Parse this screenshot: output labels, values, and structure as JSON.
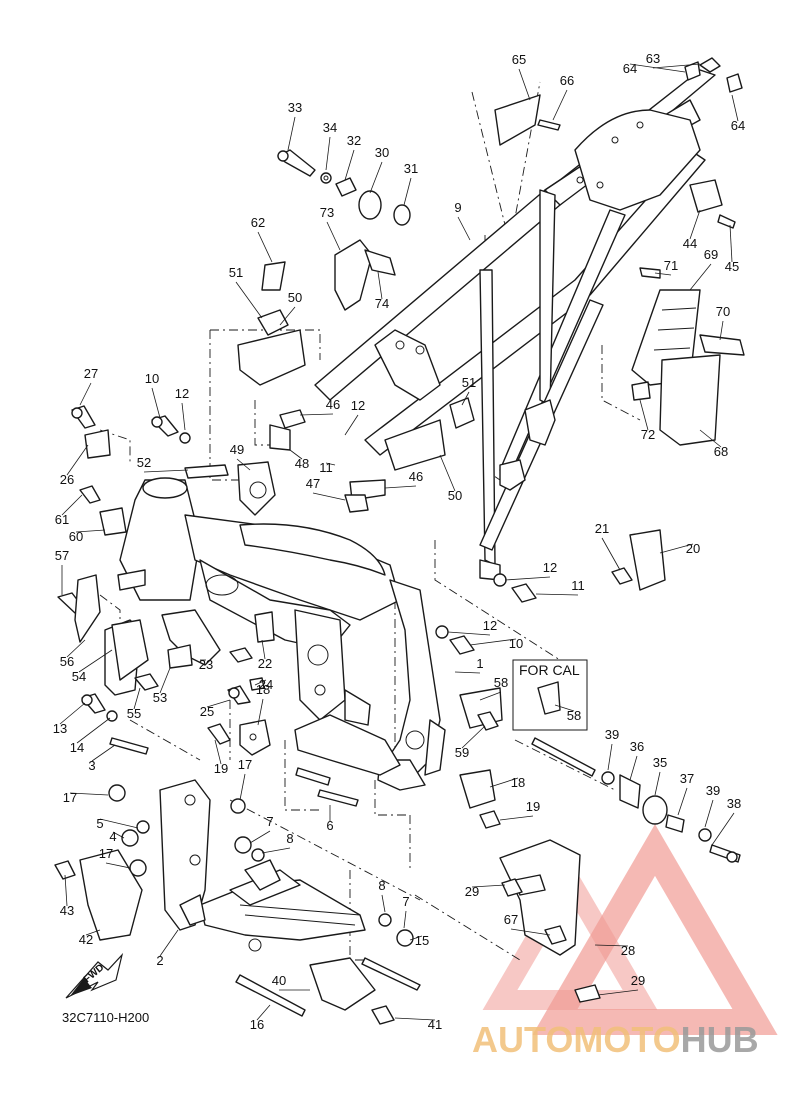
{
  "diagram_code": "32C7110-H200",
  "inset_label": "FOR CAL",
  "fwd_label": "FWD",
  "watermark": {
    "part1": "AUTOMOTO",
    "part2": "HUB",
    "color1": "#f2c07a",
    "color2": "#9a9a9a",
    "triangle_color": "#e85a4f"
  },
  "callouts": [
    "1",
    "2",
    "3",
    "4",
    "5",
    "6",
    "7",
    "7",
    "8",
    "8",
    "9",
    "10",
    "10",
    "11",
    "11",
    "12",
    "12",
    "12",
    "12",
    "13",
    "14",
    "15",
    "16",
    "17",
    "17",
    "17",
    "18",
    "18",
    "19",
    "19",
    "20",
    "21",
    "22",
    "23",
    "24",
    "25",
    "26",
    "27",
    "28",
    "29",
    "29",
    "30",
    "31",
    "32",
    "33",
    "34",
    "35",
    "36",
    "37",
    "38",
    "39",
    "39",
    "40",
    "41",
    "42",
    "43",
    "44",
    "45",
    "46",
    "46",
    "47",
    "48",
    "49",
    "50",
    "50",
    "51",
    "51",
    "52",
    "53",
    "54",
    "55",
    "56",
    "57",
    "58",
    "58",
    "59",
    "60",
    "61",
    "62",
    "63",
    "64",
    "64",
    "65",
    "66",
    "67",
    "68",
    "69",
    "70",
    "71",
    "72",
    "73",
    "74"
  ]
}
